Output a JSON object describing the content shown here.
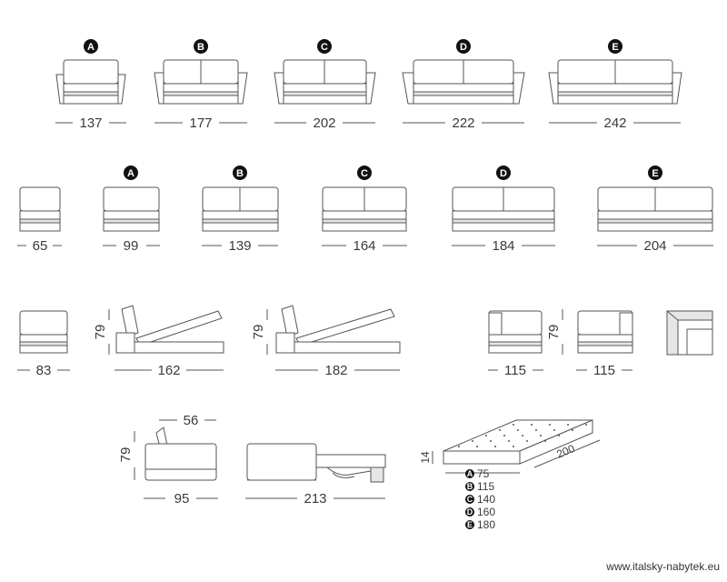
{
  "row1": {
    "badges": [
      "A",
      "B",
      "C",
      "D",
      "E"
    ],
    "widths": [
      "137",
      "177",
      "202",
      "222",
      "242"
    ]
  },
  "row2": {
    "badges": [
      "A",
      "B",
      "C",
      "D",
      "E"
    ],
    "widths": [
      "65",
      "99",
      "139",
      "164",
      "184",
      "204"
    ]
  },
  "row3": {
    "height": "79",
    "widths": [
      "83",
      "162",
      "182",
      "115",
      "115"
    ]
  },
  "row4": {
    "height": "79",
    "top_width": "56",
    "widths": [
      "95",
      "213"
    ],
    "mattress": {
      "thickness": "14",
      "length": "200"
    }
  },
  "legend": [
    {
      "letter": "A",
      "value": "75"
    },
    {
      "letter": "B",
      "value": "115"
    },
    {
      "letter": "C",
      "value": "140"
    },
    {
      "letter": "D",
      "value": "160"
    },
    {
      "letter": "E",
      "value": "180"
    }
  ],
  "website": "www.italsky-nabytek.eu"
}
